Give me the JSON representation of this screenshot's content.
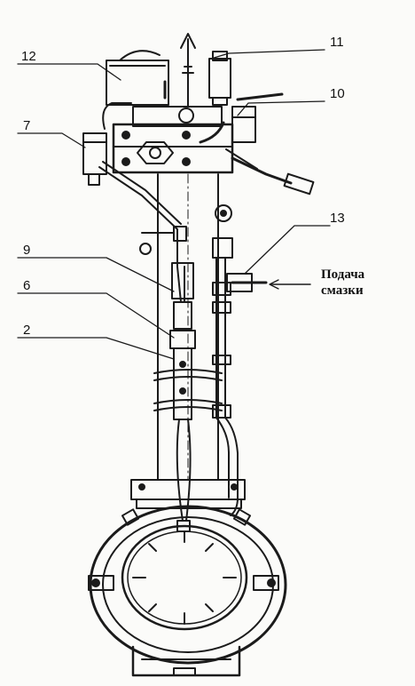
{
  "diagram": {
    "callouts": [
      {
        "id": "c11",
        "label": "11"
      },
      {
        "id": "c12",
        "label": "12"
      },
      {
        "id": "c10",
        "label": "10"
      },
      {
        "id": "c7",
        "label": "7"
      },
      {
        "id": "c13",
        "label": "13"
      },
      {
        "id": "c9",
        "label": "9"
      },
      {
        "id": "c6",
        "label": "6"
      },
      {
        "id": "c2",
        "label": "2"
      }
    ],
    "side_label": {
      "line1": "Подача",
      "line2": "смазки"
    }
  }
}
